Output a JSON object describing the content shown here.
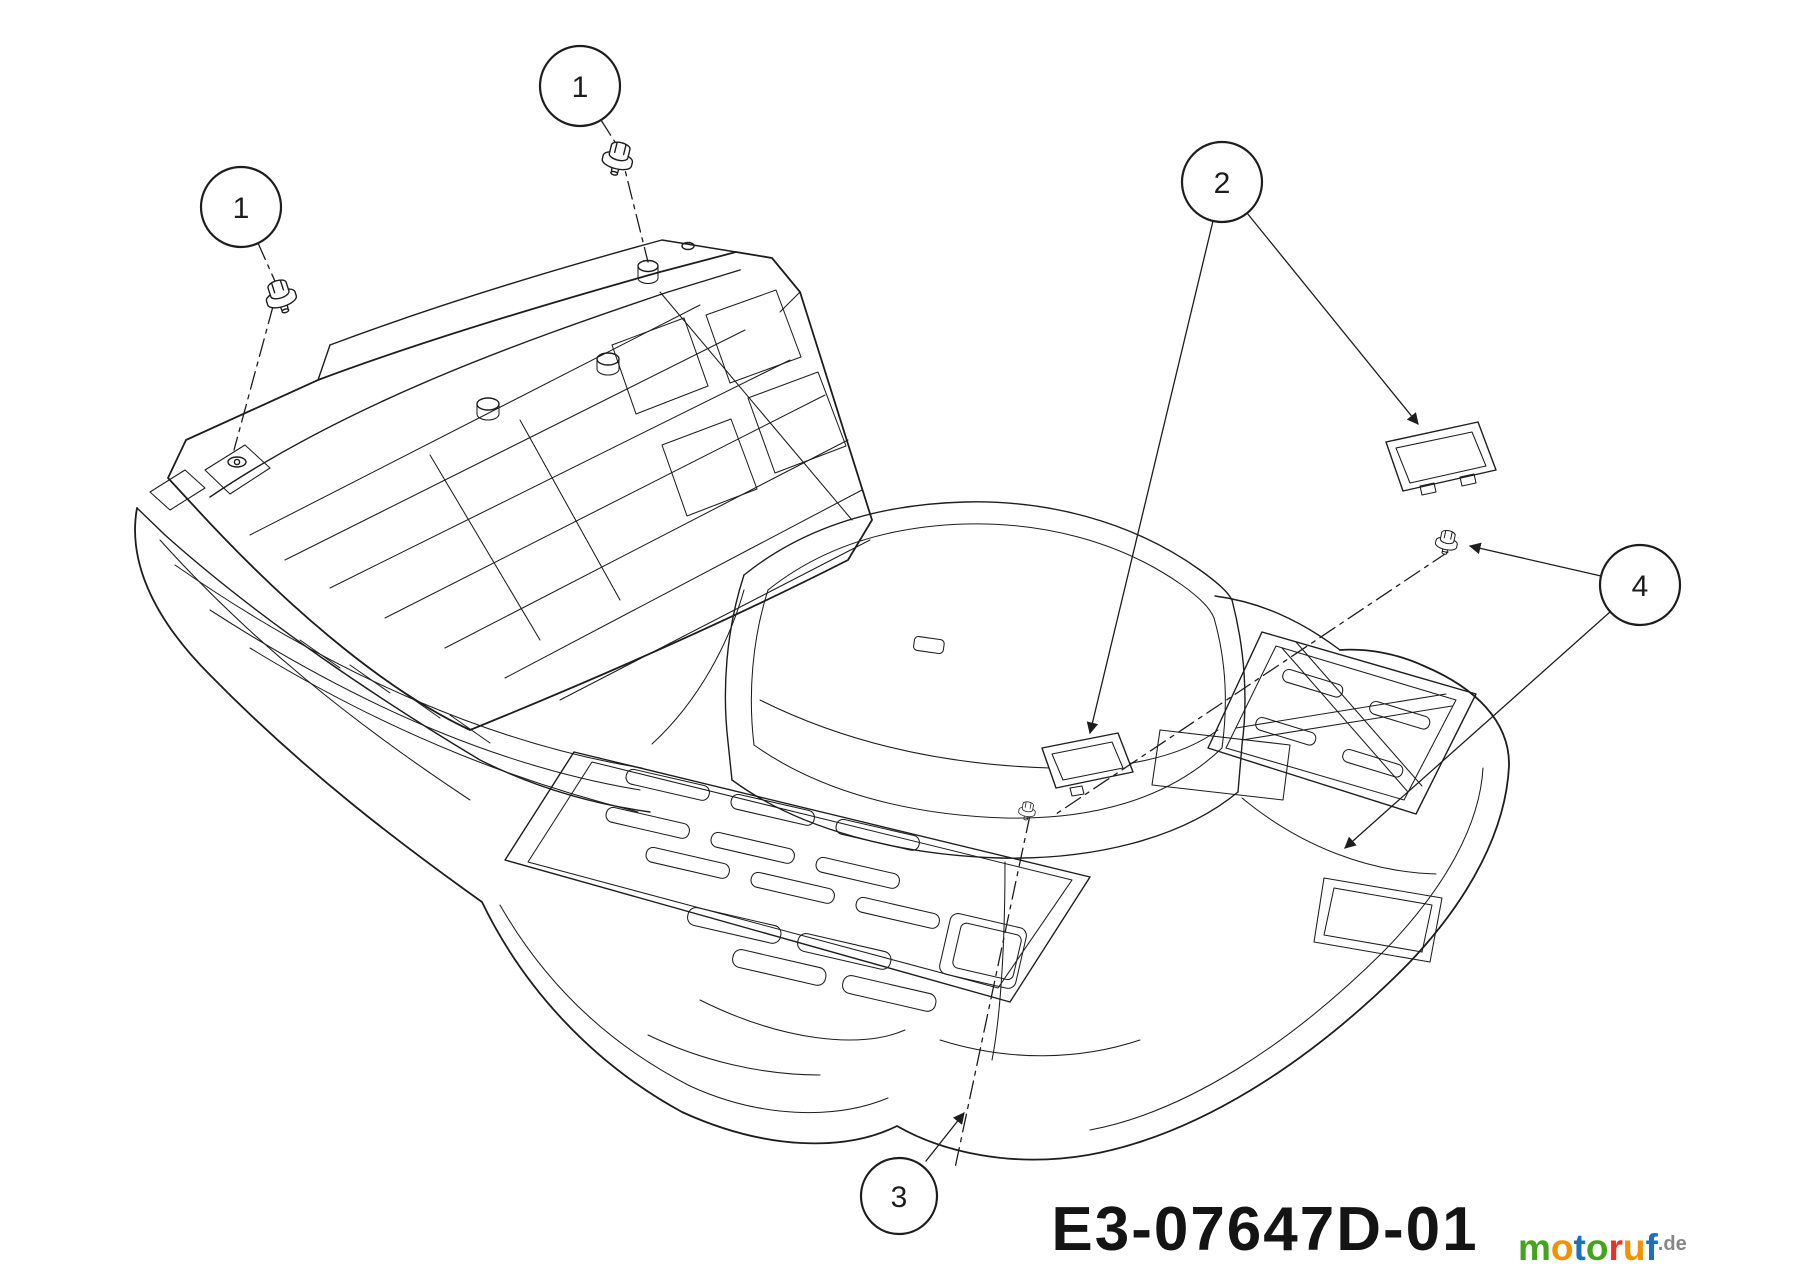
{
  "page": {
    "background": "#ffffff",
    "line_color": "#1d1d1d"
  },
  "diagram": {
    "type": "exploded-parts-diagram",
    "callouts": [
      {
        "label": "1"
      },
      {
        "label": "1"
      },
      {
        "label": "2"
      },
      {
        "label": "3"
      },
      {
        "label": "4"
      }
    ],
    "part_code": "E3-07647D-01",
    "watermark": {
      "letters": [
        {
          "char": "m",
          "color": "#45a41d"
        },
        {
          "char": "o",
          "color": "#f39200"
        },
        {
          "char": "t",
          "color": "#1d71b8"
        },
        {
          "char": "o",
          "color": "#45a41d"
        },
        {
          "char": "r",
          "color": "#e6332a"
        },
        {
          "char": "u",
          "color": "#f39200"
        },
        {
          "char": "f",
          "color": "#1d71b8"
        }
      ],
      "suffix": ".de",
      "suffix_color": "#878787"
    }
  }
}
